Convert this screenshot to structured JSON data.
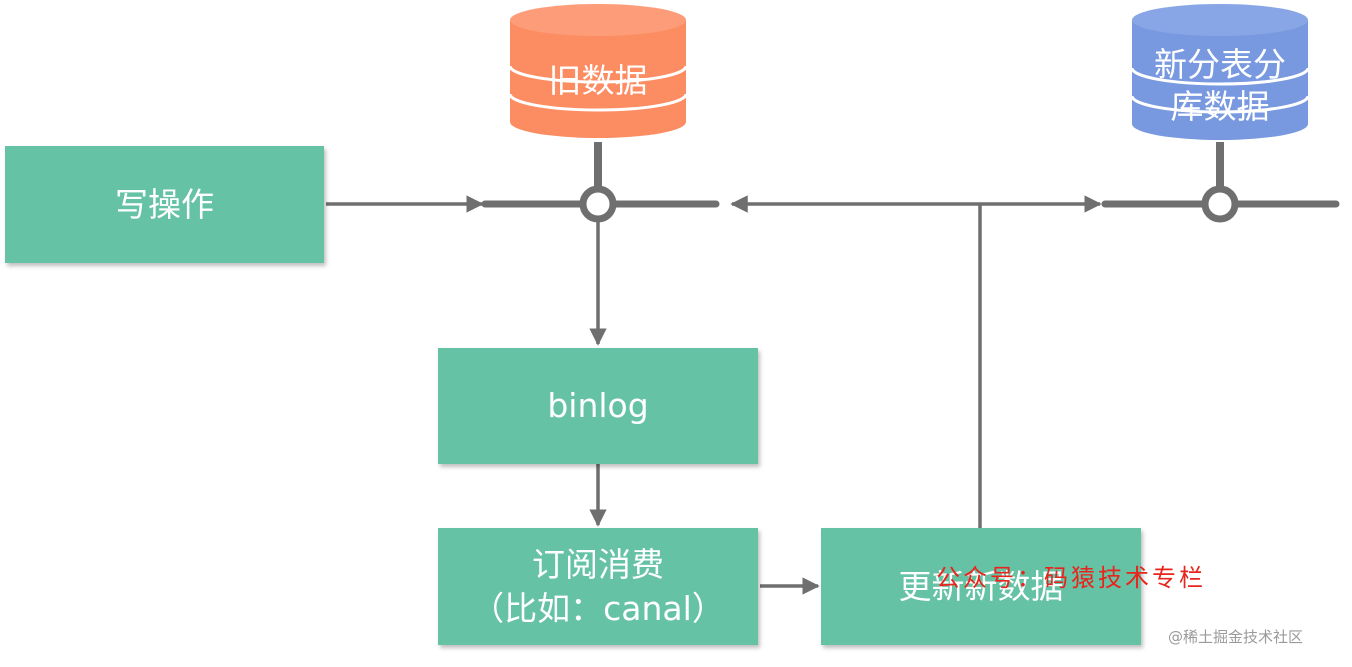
{
  "colors": {
    "box": "#66c2a5",
    "line": "#6f6f6f",
    "old_db": "#fc8d62",
    "new_db": "#7899e0",
    "watermark": "#e8241c"
  },
  "nodes": {
    "write": "写操作",
    "old_db": "旧数据",
    "new_db_line1": "新分表分",
    "new_db_line2": "库数据",
    "binlog": "binlog",
    "subscribe_line1": "订阅消费",
    "subscribe_line2": "（比如：canal）",
    "update": "更新新数据"
  },
  "watermark": "公众号：码猿技术专栏",
  "credit": "@稀土掘金技术社区"
}
